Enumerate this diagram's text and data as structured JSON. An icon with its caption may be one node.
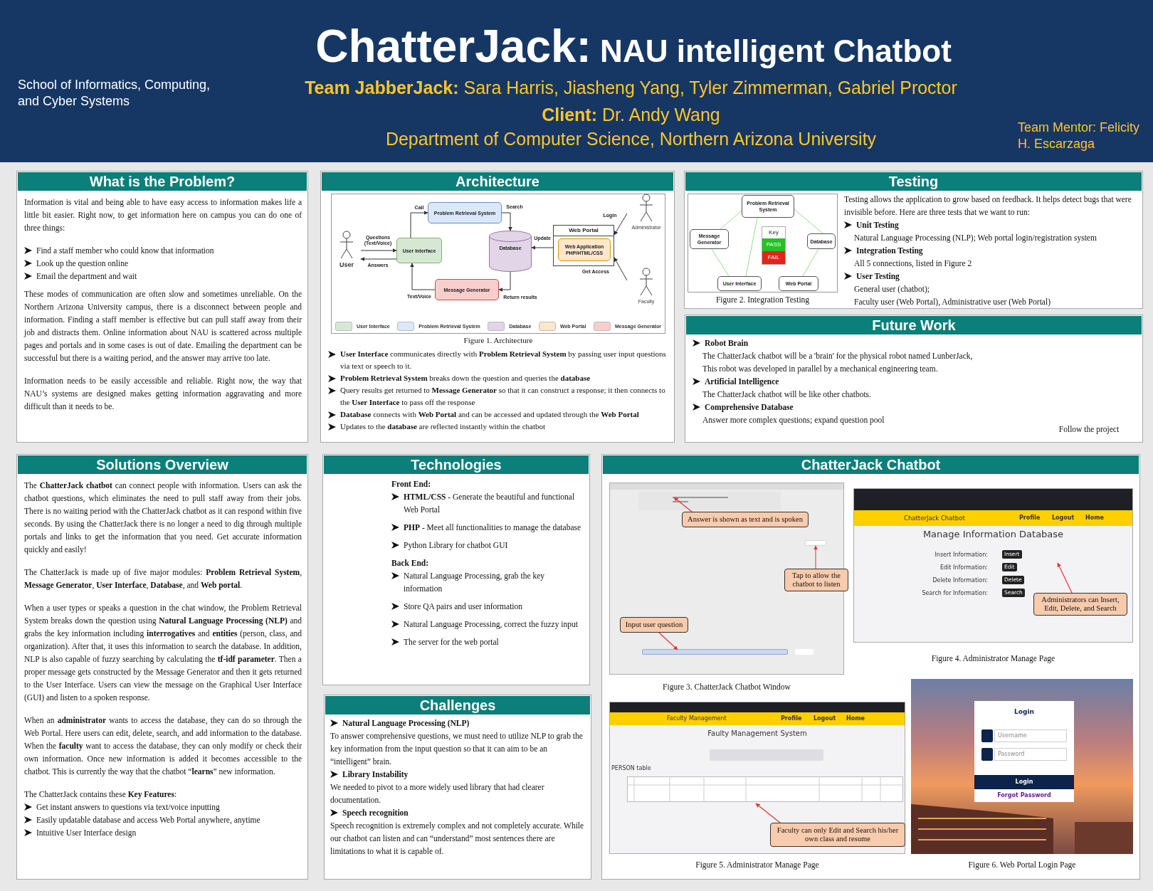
{
  "diagram": {
    "title": "ChatterJack: NAU intelligent Chatbot",
    "nodes": [
      {
        "text": [
          "School of Informatics, Computing, and Cyber Systems",
          "**Team JabberJack:** Sara Harris, Jiasheng Yang, Tyler Zimmerman, Gabriel Proctor",
          "**Client:** Dr. Andy Wang",
          "Department of Computer Science, Northern Arizona University",
          "Team Mentor: Felicity H. Escarzaga"
        ]
      },
      {
        "text": [
          "What is the Problem?",
          "Information is vital and being able to have easy access to information makes life a little bit easier. Right now, to get information here on campus you can do one of three things:",
          "Find a staff member who could know that information",
          "Look up the question online",
          "Email the department and wait",
          "These modes of communication are often slow and sometimes unreliable. On the Northern Arizona University campus, there is a disconnect between people and information. Finding a staff member is effective but can pull staff away from their job and distracts them. Online information about NAU is scattered across multiple pages and portals and in some cases is out of date. Emailing the department can be successful but there is a waiting period, and the answer may arrive too late.",
          "Information needs to be easily accessible and reliable. Right now, the way that NAU’s systems are designed makes getting information aggravating and more difficult than it needs to be."
        ]
      },
      {
        "text": [
          "Architecture",
          "Figure 1. Architecture",
          "**User Interface** communicates directly with **Problem Retrieval System** by passing user input questions via text or speech to it.",
          "**Problem Retrieval System** breaks down the question and queries the **database**",
          "Query results get returned to **Message Generator** so that it can construct a response; it then connects to the **User Interface** to pass off the response",
          "**Database** connects with **Web Portal** and can be accessed and updated through the **Web Portal**",
          "Updates to the **database** are reflected instantly within the chatbot"
        ]
      },
      {
        "text": [
          "User"
        ],
        "in": 2
      },
      {
        "text": [
          "User Interface"
        ],
        "in": 2
      },
      {
        "text": [
          "Problem Retrieval System"
        ],
        "in": 2
      },
      {
        "text": [
          "Database"
        ],
        "in": 2
      },
      {
        "text": [
          "Web Portal"
        ],
        "in": 2
      },
      {
        "text": [
          "Web Application PHP/HTML/CSS"
        ],
        "in": 7
      },
      {
        "text": [
          "Message Generator"
        ],
        "in": 2
      },
      {
        "text": [
          "Administrator"
        ],
        "in": 2
      },
      {
        "text": [
          "Faculty"
        ],
        "in": 2
      },
      {
        "text": [
          "Testing",
          "Figure 2. Integration Testing",
          "Testing allows the application to grow based on feedback. It helps detect bugs that were invisible before. Here are three tests that we want to run:",
          "Unit Testing",
          "Natural Language Processing (NLP); Web portal login/registration system",
          "Integration Testing",
          "All 5 connections, listed in Figure 2",
          "User Testing",
          "General user (chatbot);",
          "Faculty user (Web Portal), Administrative user (Web Portal)"
        ]
      },
      {
        "text": [
          "Problem Retrieval System"
        ],
        "in": 12
      },
      {
        "text": [
          "Message Generator"
        ],
        "in": 12
      },
      {
        "text": [
          "Database"
        ],
        "in": 12
      },
      {
        "text": [
          "User Interface"
        ],
        "in": 12
      },
      {
        "text": [
          "Web Portal"
        ],
        "in": 12
      },
      {
        "text": [
          "Future Work",
          "Robot Brain",
          "The ChatterJack chatbot will be a 'brain' for the physical robot named LunberJack,",
          "This robot was developed in parallel by a mechanical engineering team.",
          "Artificial Intelligence",
          "The ChatterJack chatbot will be like other chatbots.",
          "Comprehensive Database",
          "Answer more complex questions; expand question pool",
          "Follow the project"
        ]
      },
      {
        "text": [
          "Solutions Overview",
          "The **ChatterJack chatbot** can connect people with information. Users can ask the chatbot questions, which eliminates the need to pull staff away from their jobs. There is no waiting period with the ChatterJack chatbot as it can respond within five seconds. By using the ChatterJack there is no longer a need to dig through multiple portals and links to get the information that you need. Get accurate information quickly and easily!",
          "The ChatterJack is made up of five major modules: **Problem Retrieval System**, **Message Generator**, **User Interface**, **Database**, and **Web portal**.",
          "When a user types or speaks a question in the chat window, the Problem Retrieval System breaks down the question using **Natural Language Processing (NLP)** and grabs the key information including **interrogatives** and **entities** (person, class, and organization). After that, it uses this information to search the database. In addition, NLP is also capable of fuzzy searching by calculating the **tf-idf parameter**. Then a proper message gets constructed by the Message Generator and then it gets returned to the User Interface. Users can view the message on the Graphical User Interface (GUI) and listen to a spoken response.",
          "When an **administrator** wants to access the database, they can do so through the Web Portal. Here users can edit, delete, search, and add information to the database. When the **faculty** want to access the database, they can only modify or check their own information. Once new information is added it becomes accessible to the chatbot. This is currently the way that the chatbot “**learns**” new information.",
          "The ChatterJack contains these **Key Features**:",
          "Get instant answers to questions via text/voice inputting",
          "Easily updatable database and access Web Portal anywhere, anytime",
          "Intuitive User Interface design"
        ]
      },
      {
        "text": [
          "Technologies",
          "Front End:",
          "**HTML/CSS** - Generate the beautiful and functional Web Portal",
          "**PHP** - Meet all functionalities to manage the database",
          "Python Library for chatbot GUI",
          "Back End:",
          "Natural Language Processing, grab the key information",
          "Store QA pairs and user information",
          "Natural Language Processing, correct the fuzzy input",
          "The server for the web portal"
        ]
      },
      {
        "text": [
          "Challenges",
          "Natural Language Processing (NLP)",
          "To answer comprehensive questions, we must need to utilize NLP to grab the key information from the input question so that it can aim to be an “intelligent” brain.",
          "Library Instability",
          "We needed to pivot to a more widely used library that had clearer documentation.",
          "Speech recognition",
          "Speech recognition is extremely complex and not completely accurate. While our chatbot can listen and can “understand” most sentences there are limitations to what it is capable of."
        ]
      },
      {
        "text": [
          "ChatterJack Chatbot",
          "Figure 3. ChatterJack Chatbot Window",
          "Figure 4. Administrator Manage Page",
          "Figure 5. Administrator Manage Page",
          "Figure 6. Web Portal Login Page"
        ]
      },
      {
        "text": [
          "Answer is shown as text and is spoken"
        ],
        "in": 22
      },
      {
        "text": [
          "Tap to allow the chatbot to listen"
        ],
        "in": 22
      },
      {
        "text": [
          "Input user question"
        ],
        "in": 22
      },
      {
        "text": [
          "Administrators can Insert, Edit, Delete, and Search"
        ],
        "in": 22
      },
      {
        "text": [
          "Faculty can only Edit and Search his/her own class and resume"
        ],
        "in": 22
      },
      {
        "text": [],
        "shape": "box",
        "in": 22
      }
    ],
    "edges": [
      {
        "from": 3,
        "to": 4,
        "arrow": "to",
        "label": "Questions (Text/Voice)"
      },
      {
        "from": 4,
        "to": 3,
        "arrow": "to",
        "label": "Answers"
      },
      {
        "from": 4,
        "to": 5,
        "arrow": "to",
        "label": "Call"
      },
      {
        "from": 5,
        "to": 6,
        "arrow": "to",
        "label": "Search"
      },
      {
        "from": 6,
        "to": 9,
        "arrow": "to",
        "label": "Return results"
      },
      {
        "from": 9,
        "to": 4,
        "arrow": "to",
        "label": "Text/Voice"
      },
      {
        "from": 7,
        "to": 6,
        "arrow": "to",
        "label": "Update"
      },
      {
        "from": 10,
        "to": 7,
        "arrow": "to",
        "label": "Login"
      },
      {
        "from": 11,
        "to": 7,
        "arrow": "to",
        "label": "Get Access"
      },
      {
        "from": 13,
        "to": 14,
        "arrow": "none",
        "color": "#8fe08f"
      },
      {
        "from": 13,
        "to": 16,
        "arrow": "none",
        "color": "#8fe08f"
      },
      {
        "from": 13,
        "to": 15,
        "arrow": "none",
        "color": "#8fe08f"
      },
      {
        "from": 14,
        "to": 16,
        "arrow": "none",
        "color": "#8fe08f"
      },
      {
        "from": 15,
        "to": 17,
        "arrow": "none",
        "color": "#8fe08f"
      },
      {
        "from": 23,
        "to": null,
        "arrow": "to",
        "color": "#e8312f"
      },
      {
        "from": 24,
        "to": 28,
        "arrow": "to",
        "color": "#e8312f"
      },
      {
        "from": 25,
        "to": null,
        "arrow": "to",
        "color": "#e8312f"
      },
      {
        "from": 26,
        "to": null,
        "arrow": "to",
        "color": "#e8312f"
      },
      {
        "from": 27,
        "to": null,
        "arrow": "to",
        "color": "#e8312f"
      }
    ],
    "labels": [
      "Key",
      "ChatterJack Chatbot",
      "Profile",
      "Logout",
      "Home",
      "Manage Information Database",
      "Insert Information:",
      "Insert",
      "Edit Information:",
      "Edit",
      "Delete Information:",
      "Delete",
      "Search for Information:",
      "Search",
      "Faculty Management",
      "Profile",
      "Logout",
      "Home",
      "Faulty Management System",
      "PERSON table",
      "Login",
      "Username",
      "Password",
      "Login",
      "Forgot Password"
    ],
    "legend": [
      {
        "text": "User Interface",
        "color": "#d5e8d4"
      },
      {
        "text": "Problem Retrieval System",
        "color": "#dae8fc"
      },
      {
        "text": "Database",
        "color": "#e1d5e7"
      },
      {
        "text": "Web Portal",
        "color": "#ffe6cc"
      },
      {
        "text": "Message Generator",
        "color": "#f8cecc"
      },
      {
        "text": "PASS",
        "color": "#22c322"
      },
      {
        "text": "FAIL",
        "color": "#e3241b"
      }
    ]
  }
}
